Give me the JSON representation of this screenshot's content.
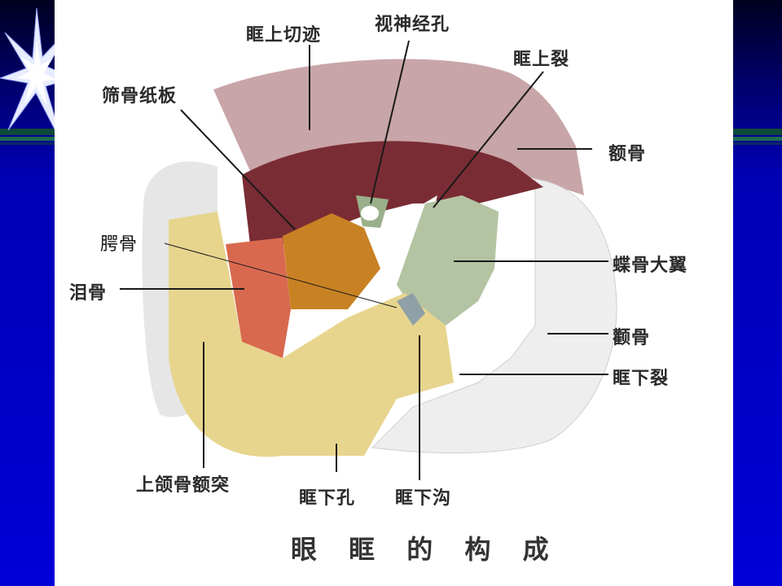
{
  "title": "眼 眶 的 构 成",
  "labels": {
    "supraorbital_notch": "眶上切迹",
    "optic_canal": "视神经孔",
    "superior_orbital_fissure": "眶上裂",
    "ethmoid_lamina": "筛骨纸板",
    "frontal_bone": "额骨",
    "palatine_bone": "腭骨",
    "sphenoid_greater_wing": "蝶骨大翼",
    "lacrimal_bone": "泪骨",
    "zygomatic_bone": "颧骨",
    "inferior_orbital_fissure": "眶下裂",
    "maxilla_frontal_process": "上颌骨额突",
    "infraorbital_foramen": "眶下孔",
    "infraorbital_groove": "眶下沟"
  },
  "colors": {
    "background_blue": "#0000d8",
    "frontal": "#c8a5a8",
    "roof": "#7a2c34",
    "ethmoid": "#c88224",
    "lacrimal": "#d8694f",
    "sphenoid": "#b4c4a2",
    "maxilla": "#e7d58e",
    "zygomatic": "#eeeeee"
  },
  "decor": {
    "starburst": "starburst-icon"
  }
}
